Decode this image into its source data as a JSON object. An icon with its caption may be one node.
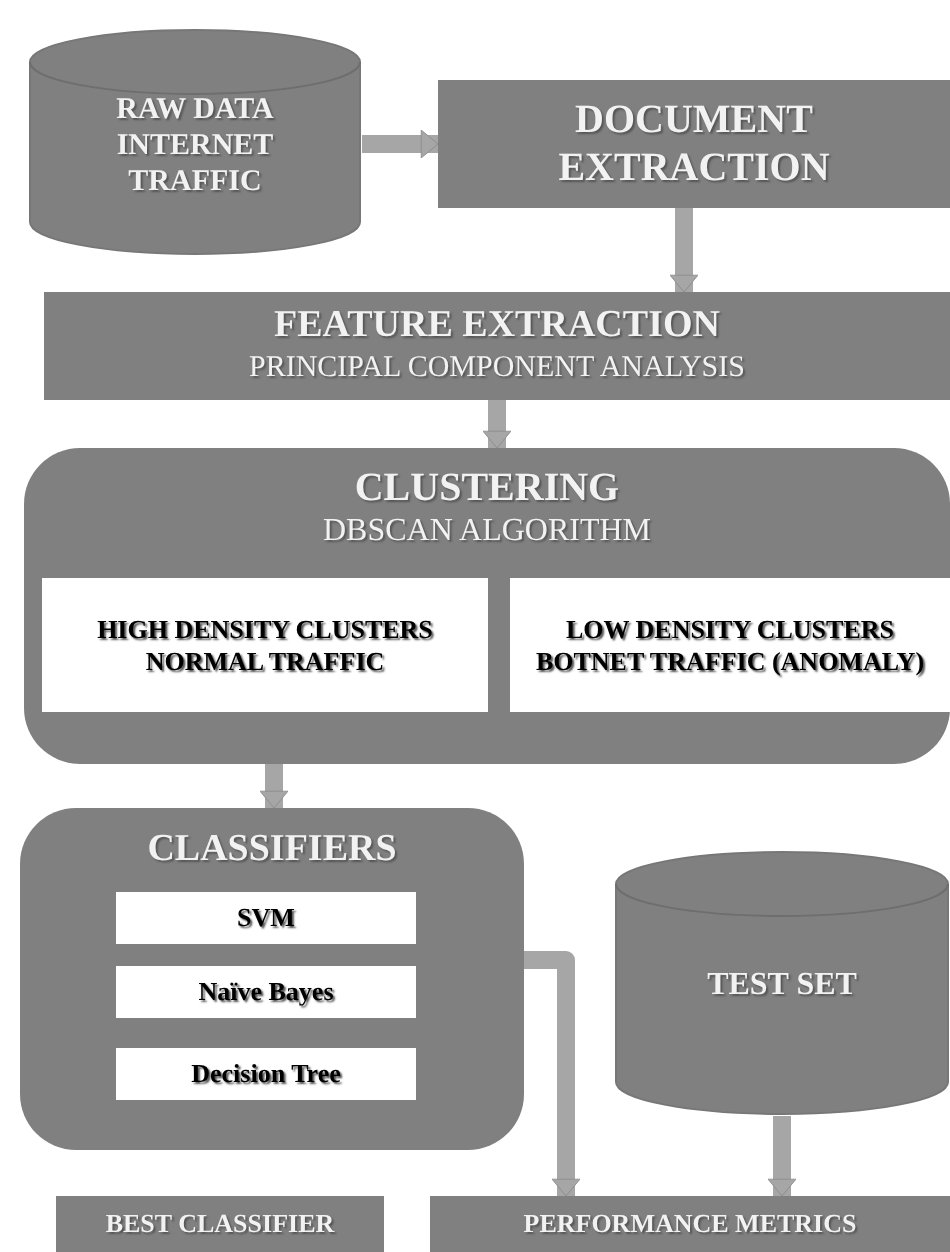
{
  "diagram": {
    "nodes": [
      {
        "text": [
          "RAW DATA INTERNET TRAFFIC"
        ]
      },
      {
        "text": [
          "DOCUMENT EXTRACTION"
        ]
      },
      {
        "text": [
          "FEATURE EXTRACTION",
          "PRINCIPAL COMPONENT ANALYSIS"
        ]
      },
      {
        "text": [
          "CLUSTERING",
          "DBSCAN ALGORITHM"
        ]
      },
      {
        "text": [
          "HIGH DENSITY CLUSTERS NORMAL TRAFFIC"
        ],
        "in": 3
      },
      {
        "text": [
          "LOW DENSITY CLUSTERS BOTNET TRAFFIC (ANOMALY)"
        ],
        "in": 3
      },
      {
        "text": [
          "CLASSIFIERS"
        ]
      },
      {
        "text": [
          "SVM"
        ],
        "in": 6
      },
      {
        "text": [
          "Naïve Bayes"
        ],
        "in": 6
      },
      {
        "text": [
          "Decision Tree"
        ],
        "in": 6
      },
      {
        "text": [
          "TEST SET"
        ]
      },
      {
        "text": [
          "BEST CLASSIFIER"
        ]
      },
      {
        "text": [
          "PERFORMANCE METRICS"
        ]
      }
    ],
    "edges": [
      {
        "from": 0,
        "to": 1,
        "arrow": "to"
      },
      {
        "from": 1,
        "to": 2,
        "arrow": "to"
      },
      {
        "from": 2,
        "to": 3,
        "arrow": "to"
      },
      {
        "from": 3,
        "to": 6,
        "arrow": "to"
      },
      {
        "from": 6,
        "to": 12,
        "arrow": "to"
      },
      {
        "from": 10,
        "to": 12,
        "arrow": "to"
      }
    ]
  }
}
